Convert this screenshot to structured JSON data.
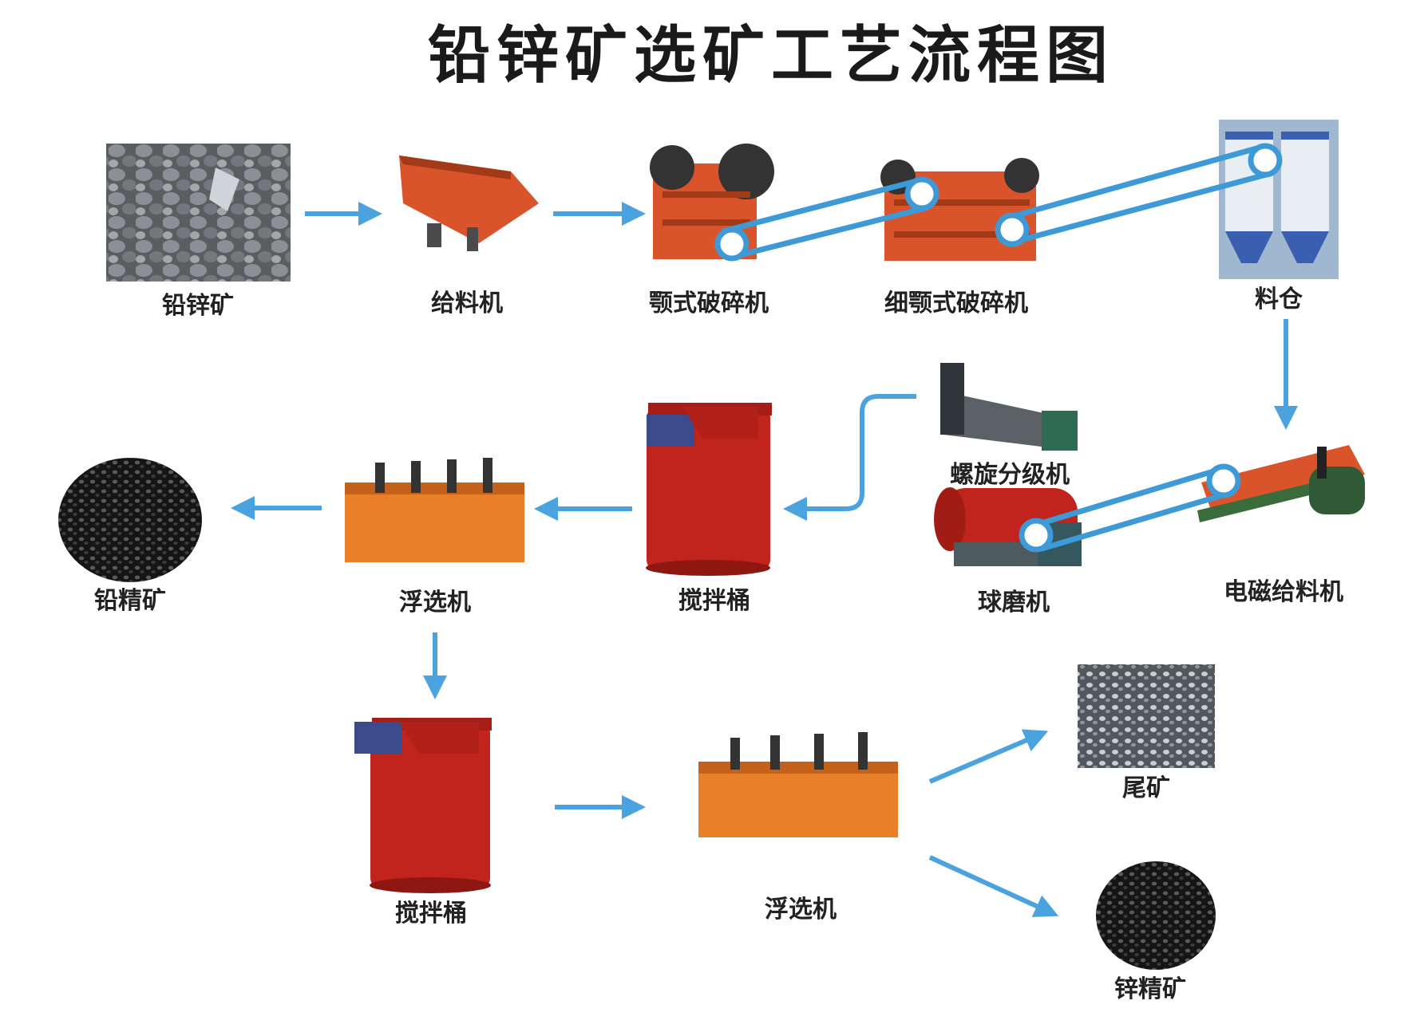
{
  "title": "铅锌矿选矿工艺流程图",
  "colors": {
    "arrow": "#4aa3df",
    "machine_orange": "#d9542a",
    "tank_red": "#c0241d",
    "flotation_orange": "#e8802a",
    "ore_dark": "#2a2a2a"
  },
  "nodes": {
    "lead_zinc_ore": "铅锌矿",
    "feeder": "给料机",
    "jaw_crusher": "颚式破碎机",
    "fine_jaw_crusher": "细颚式破碎机",
    "silo": "料仓",
    "electromagnetic_feeder": "电磁给料机",
    "ball_mill": "球磨机",
    "spiral_classifier": "螺旋分级机",
    "agitation_tank_1": "搅拌桶",
    "flotation_machine_1": "浮选机",
    "lead_concentrate": "铅精矿",
    "agitation_tank_2": "搅拌桶",
    "flotation_machine_2": "浮选机",
    "tailings": "尾矿",
    "zinc_concentrate": "锌精矿"
  }
}
